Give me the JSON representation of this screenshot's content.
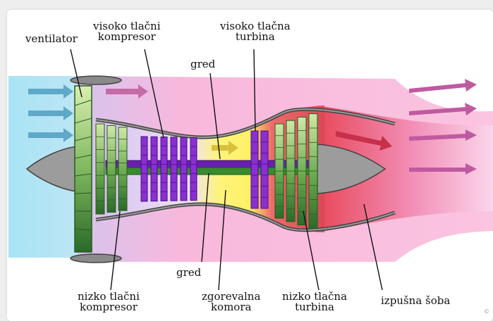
{
  "labels": {
    "ventilator": "ventilator",
    "hp_compressor_1": "visoko tlačni",
    "hp_compressor_2": "kompresor",
    "hp_turbine_1": "visoko tlačna",
    "hp_turbine_2": "turbina",
    "shaft_top": "gred",
    "shaft_bottom": "gred",
    "lp_compressor_1": "nizko tlačni",
    "lp_compressor_2": "kompresor",
    "combustion_1": "zgorevalna",
    "combustion_2": "komora",
    "lp_turbine_1": "nizko tlačna",
    "lp_turbine_2": "turbina",
    "exhaust": "izpušna šoba",
    "corner_mark": "©"
  },
  "colors": {
    "intake_blue": "#8fd6ee",
    "bypass_pink": "#f7b6dc",
    "fan_green_light": "#c8e6a0",
    "fan_green_dark": "#2f6b2a",
    "hp_compressor_purple": "#7d22c8",
    "combustion_yellow": "#fff06a",
    "exhaust_red": "#e0505a",
    "shaft_purple": "#6a1fb0",
    "shaft_green": "#3a8a30",
    "cone_grey": "#9a9a9a",
    "arrow_blue": "#5fa8c8",
    "arrow_pink": "#c05aa0",
    "arrow_red": "#c8304a"
  }
}
